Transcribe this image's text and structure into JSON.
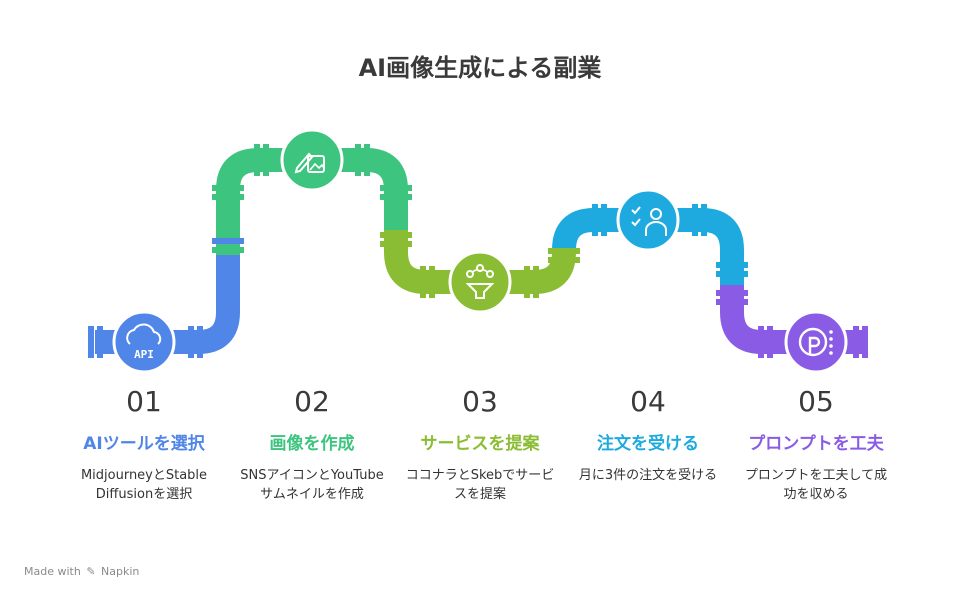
{
  "title": "AI画像生成による副業",
  "colors": {
    "blue": "#4f86e8",
    "green": "#3dc47e",
    "olive": "#8bbd34",
    "cyan": "#1faadf",
    "purple": "#8a5ce6"
  },
  "steps": [
    {
      "num": "01",
      "title": "AIツールを選択",
      "desc": "MidjourneyとStable Diffusionを選択",
      "icon": "cloud-api-icon",
      "color": "#4f86e8"
    },
    {
      "num": "02",
      "title": "画像を作成",
      "desc": "SNSアイコンとYouTubeサムネイルを作成",
      "icon": "pencil-image-icon",
      "color": "#3dc47e"
    },
    {
      "num": "03",
      "title": "サービスを提案",
      "desc": "ココナラとSkebでサービスを提案",
      "icon": "funnel-network-icon",
      "color": "#8bbd34"
    },
    {
      "num": "04",
      "title": "注文を受ける",
      "desc": "月に3件の注文を受ける",
      "icon": "person-checklist-icon",
      "color": "#1faadf"
    },
    {
      "num": "05",
      "title": "プロンプトを工夫",
      "desc": "プロンプトを工夫して成功を収める",
      "icon": "prompt-p-icon",
      "color": "#8a5ce6"
    }
  ],
  "footer": {
    "prefix": "Made with",
    "brand": "Napkin"
  }
}
